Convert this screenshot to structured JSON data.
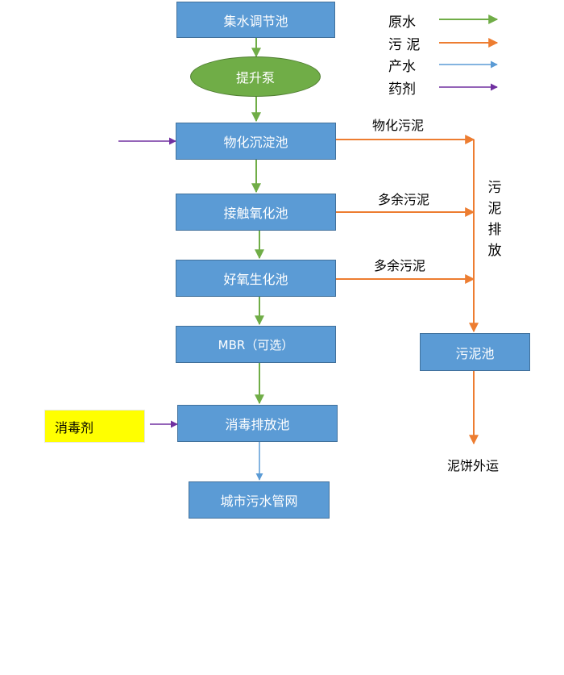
{
  "colors": {
    "raw_water": "#70ad47",
    "sludge": "#ed7d31",
    "product_water": "#5b9bd5",
    "chemical": "#7030a0",
    "box_fill": "#5b9bd5",
    "pump_fill": "#70ad47",
    "chemical_fill": "#ffff00"
  },
  "nodes": {
    "equalization_tank": "集水调节池",
    "lift_pump": "提升泵",
    "coagulation_sedimentation_tank": "物化沉淀池",
    "contact_oxidation_tank": "接触氧化池",
    "aerobic_biochemical_tank": "好氧生化池",
    "mbr": "MBR（可选）",
    "disinfection_discharge_tank": "消毒排放池",
    "municipal_sewer": "城市污水管网",
    "sludge_tank": "污泥池",
    "disinfectant": "消毒剂"
  },
  "edge_labels": {
    "physchem_sludge": "物化污泥",
    "excess_sludge_1": "多余污泥",
    "excess_sludge_2": "多余污泥",
    "sludge_discharge": [
      "污",
      "泥",
      "排",
      "放"
    ],
    "sludge_cake_out": "泥饼外运"
  },
  "legend": [
    {
      "label": "原水",
      "color": "#70ad47"
    },
    {
      "label": "污 泥",
      "color": "#ed7d31"
    },
    {
      "label": "产水",
      "color": "#5b9bd5"
    },
    {
      "label": "药剂",
      "color": "#7030a0"
    }
  ]
}
